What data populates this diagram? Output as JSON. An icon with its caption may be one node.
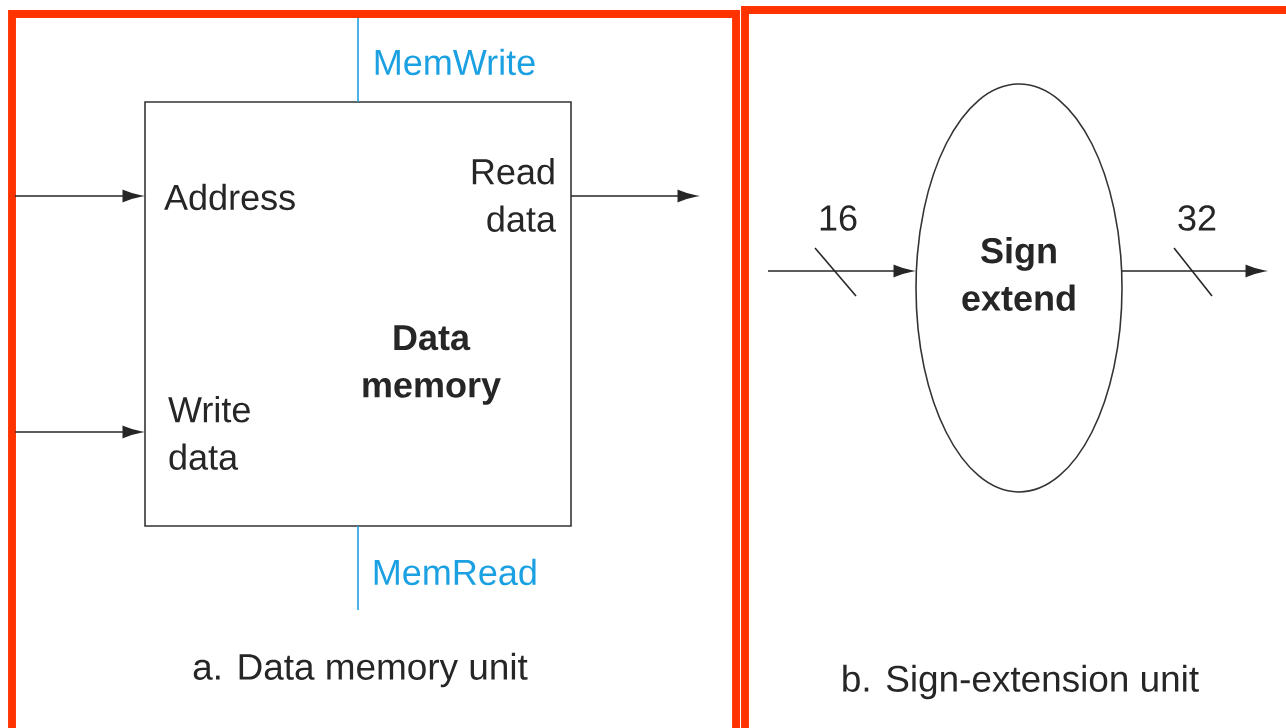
{
  "diagram": {
    "nodes": [
      {
        "text": [
          "a. Data memory unit"
        ]
      },
      {
        "text": [
          "Address",
          "Write data",
          "Read data",
          "Data memory"
        ],
        "in": 0
      },
      {
        "text": [
          "b. Sign-extension unit"
        ]
      },
      {
        "text": [
          "Sign extend"
        ],
        "in": 2
      }
    ],
    "edges": [
      {
        "from": null,
        "to": 1,
        "arrow": "to"
      },
      {
        "from": null,
        "to": 1,
        "arrow": "to"
      },
      {
        "from": 1,
        "to": null,
        "arrow": "to"
      },
      {
        "from": null,
        "to": 1,
        "arrow": "none",
        "label": "MemWrite",
        "color": "#1ba1e2"
      },
      {
        "from": 1,
        "to": null,
        "arrow": "none",
        "label": "MemRead",
        "color": "#1ba1e2"
      },
      {
        "from": null,
        "to": 3,
        "arrow": "to",
        "label": "16"
      },
      {
        "from": 3,
        "to": null,
        "arrow": "to",
        "label": "32"
      }
    ]
  }
}
